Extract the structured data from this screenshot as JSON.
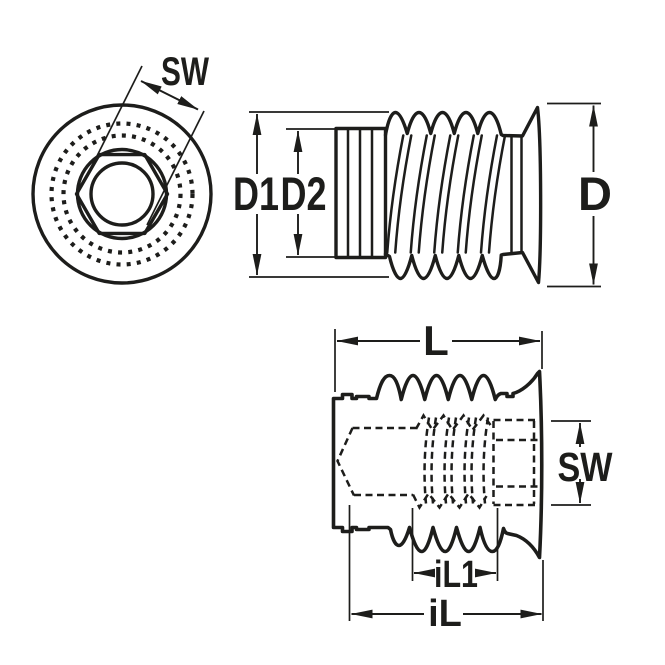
{
  "drawing": {
    "type": "technical-drawing",
    "subject": "threaded-insert",
    "line_color": "#1d1d1b",
    "background_color": "#ffffff",
    "front_view": {
      "dim_sw": "SW"
    },
    "side_view": {
      "dim_d1": "D1",
      "dim_d2": "D2",
      "dim_d": "D"
    },
    "section_view": {
      "dim_l": "L",
      "dim_sw": "SW",
      "dim_il1": "iL1",
      "dim_il": "iL"
    }
  }
}
